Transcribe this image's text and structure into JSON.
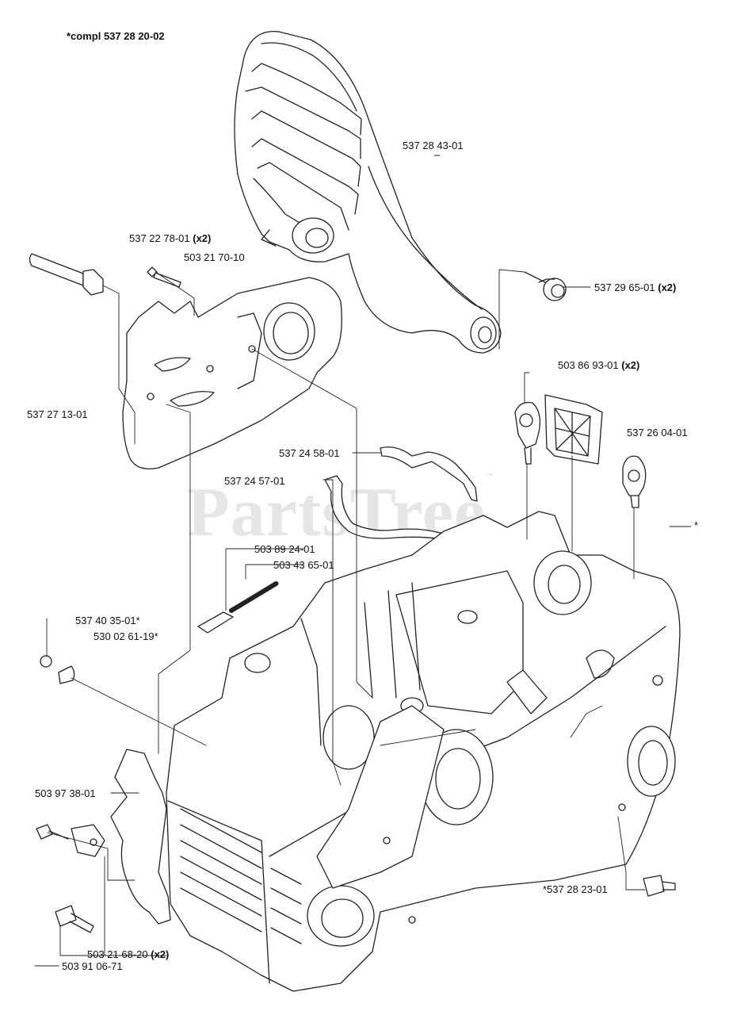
{
  "watermark": {
    "text": "PartsTree",
    "trademark": "™"
  },
  "labels": {
    "compl": {
      "text": "*compl 537 28 20-02"
    },
    "top_cover": {
      "text": "537 28 43-01"
    },
    "screw_top": {
      "text": "537 22 78-01",
      "qty": "(x2)"
    },
    "bolt_top": {
      "text": "503 21 70-10"
    },
    "buffer_right": {
      "text": "537 29 65-01",
      "qty": "(x2)"
    },
    "av_mount": {
      "text": "503 86 93-01",
      "qty": "(x2)"
    },
    "side_plate": {
      "text": "537 27 13-01"
    },
    "fitting_right": {
      "text": "537 26 04-01"
    },
    "gasket_upper": {
      "text": "537 24 58-01"
    },
    "gasket_lower": {
      "text": "537 24 57-01"
    },
    "star_ref": {
      "text": "*"
    },
    "pin": {
      "text": "503 89 24-01"
    },
    "spring": {
      "text": "503 43 65-01"
    },
    "nut_a": {
      "text": "537 40 35-01*"
    },
    "nut_b": {
      "text": "530 02 61-19*"
    },
    "spike": {
      "text": "503 97 38-01"
    },
    "fitting_bottom": {
      "text": "*537 28 23-01"
    },
    "screw_bottom": {
      "text": "503 21 68-20",
      "qty": "(x2)"
    },
    "screw_bottom2": {
      "text": "503 91 06-71"
    }
  }
}
